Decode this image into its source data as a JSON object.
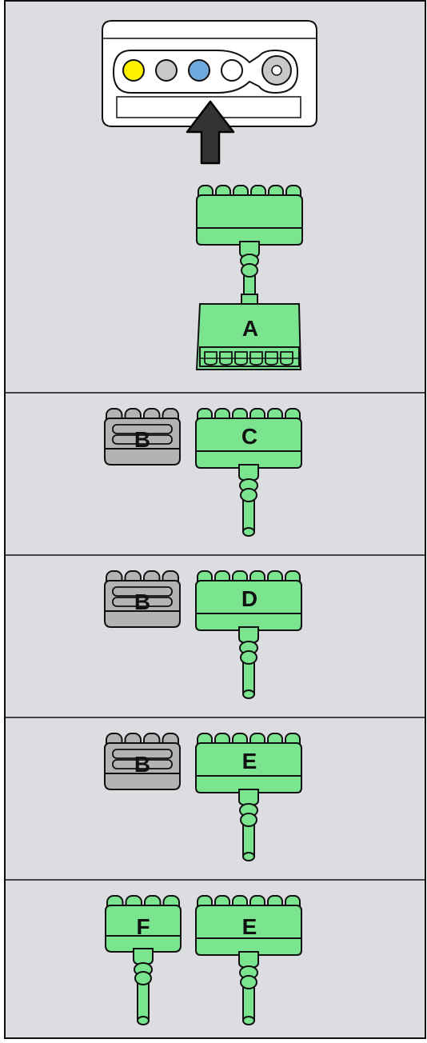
{
  "colors": {
    "background": "#dcdde0",
    "border": "#111111",
    "connector_green": "#7be48f",
    "connector_green_dark": "#1d6a30",
    "connector_gray": "#b3b3b3",
    "socket_yellow": "#fff200",
    "socket_gray": "#c8c8c8",
    "socket_blue": "#6fa8dc",
    "socket_white": "#ffffff",
    "arrow": "#333333"
  },
  "panels": [
    {
      "id": "panel-1",
      "device": {
        "sockets": [
          "yellow",
          "gray",
          "blue",
          "white",
          "ring"
        ]
      },
      "arrow": "up-arrow-icon",
      "adapter_label": "A"
    },
    {
      "id": "panel-2",
      "small_label": "B",
      "large_label": "C"
    },
    {
      "id": "panel-3",
      "small_label": "B",
      "large_label": "D"
    },
    {
      "id": "panel-4",
      "small_label": "B",
      "large_label": "E"
    },
    {
      "id": "panel-5",
      "small_label": "F",
      "large_label": "E"
    }
  ]
}
